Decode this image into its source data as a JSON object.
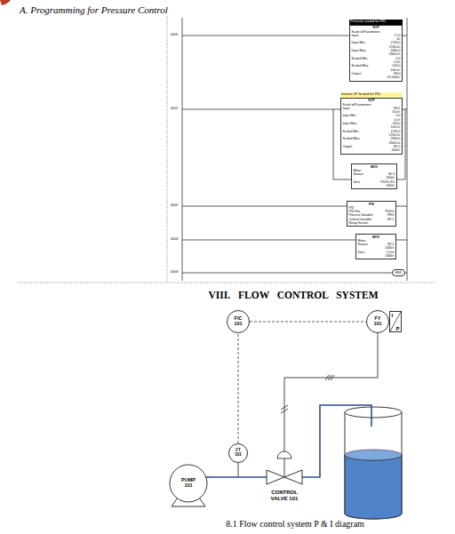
{
  "diagram": {
    "title": "A. Programming for Pressure Control",
    "caption": "8.1 Flow control system P & I diagram",
    "nodes": [
      {
        "text": [
          "Pressure scaled for PID",
          "SCP",
          "Scale w/Parameters",
          "Input",
          "I:1.0",
          "4<",
          "Input Min.",
          "1700.0",
          "1700.0<",
          "Input Max.",
          "2300.0",
          "2300.0<",
          "Scaled Min.",
          "0.0",
          "0.0<",
          "Scaled Max.",
          "100.0",
          "100.0<",
          "Output",
          "F8:0",
          "25.0000<"
        ]
      },
      {
        "text": [
          "Inverter I/P Scaled for PID",
          "SCP",
          "Scale w/Parameters",
          "Input",
          "F8:1",
          "50.0<",
          "Input Min.",
          "0.0",
          "0.0<",
          "Input Max.",
          "100.0",
          "100.0<",
          "Scaled Min.",
          "1700.0",
          "1700.0<",
          "Scaled Max.",
          "2300.0",
          "2300.0<",
          "Output",
          "N7:0",
          "2000<"
        ]
      },
      {
        "text": [
          "MOV",
          "Move",
          "Source",
          "N7:0",
          "2000<",
          "Dest",
          "PD9:0.SO",
          "2000<"
        ]
      },
      {
        "text": [
          "PID",
          "PID",
          "PID File",
          "PD9:0",
          "Process Variable",
          "F8:0",
          "Control Variable",
          "N7:1",
          "Setup Screen"
        ]
      },
      {
        "text": [
          "MOV",
          "Move",
          "Source",
          "N7:1",
          "1630<",
          "Dest",
          "O:0.0",
          "1630<"
        ]
      },
      {
        "text": [
          "END"
        ]
      },
      {
        "text": [
          "FIC",
          "101"
        ]
      },
      {
        "text": [
          "FY",
          "101"
        ]
      },
      {
        "text": [
          "I",
          "P"
        ]
      },
      {
        "text": [
          "FT",
          "101"
        ]
      },
      {
        "text": [
          "PUMP 101"
        ]
      },
      {
        "text": [
          "CONTROL VALVE 101"
        ]
      }
    ],
    "edges": [
      {
        "from": 9,
        "to": 6,
        "arrow": "none"
      },
      {
        "from": 6,
        "to": 7,
        "arrow": "none"
      },
      {
        "from": 7,
        "to": 11,
        "arrow": "none"
      },
      {
        "from": 10,
        "to": 11,
        "arrow": "none"
      }
    ],
    "labels": [
      "0000",
      "0001",
      "0002",
      "0003",
      "0004",
      "VIII. FLOW CONTROL SYSTEM"
    ]
  }
}
